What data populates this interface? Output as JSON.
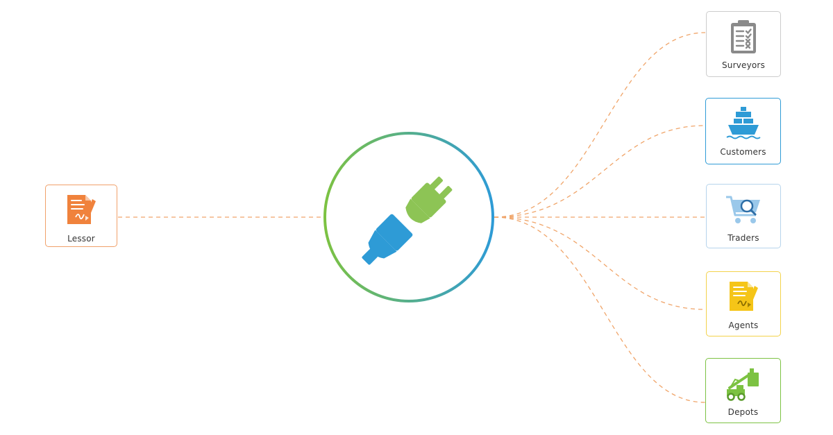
{
  "colors": {
    "connector": "#f0a56a",
    "ring_start": "#7cc242",
    "ring_end": "#2e9bd6",
    "plug_green": "#8dc455",
    "plug_blue": "#2e9bd6"
  },
  "hub": {
    "icon": "plug-connector-icon"
  },
  "source": {
    "label": "Lessor",
    "icon": "contract-signature-icon",
    "color": "#f0823c",
    "border": "#f0a06a"
  },
  "targets": [
    {
      "label": "Surveyors",
      "icon": "clipboard-checklist-icon",
      "color": "#8a8a8a",
      "border": "#cccccc"
    },
    {
      "label": "Customers",
      "icon": "container-ship-icon",
      "color": "#2e9bd6",
      "border": "#2e9bd6"
    },
    {
      "label": "Traders",
      "icon": "shopping-cart-search-icon",
      "color": "#9ac8ea",
      "border": "#b6d4ec"
    },
    {
      "label": "Agents",
      "icon": "contract-signature-icon",
      "color": "#f5c518",
      "border": "#f3d24a"
    },
    {
      "label": "Depots",
      "icon": "container-reach-stacker-icon",
      "color": "#7cc242",
      "border": "#7cc242"
    }
  ]
}
